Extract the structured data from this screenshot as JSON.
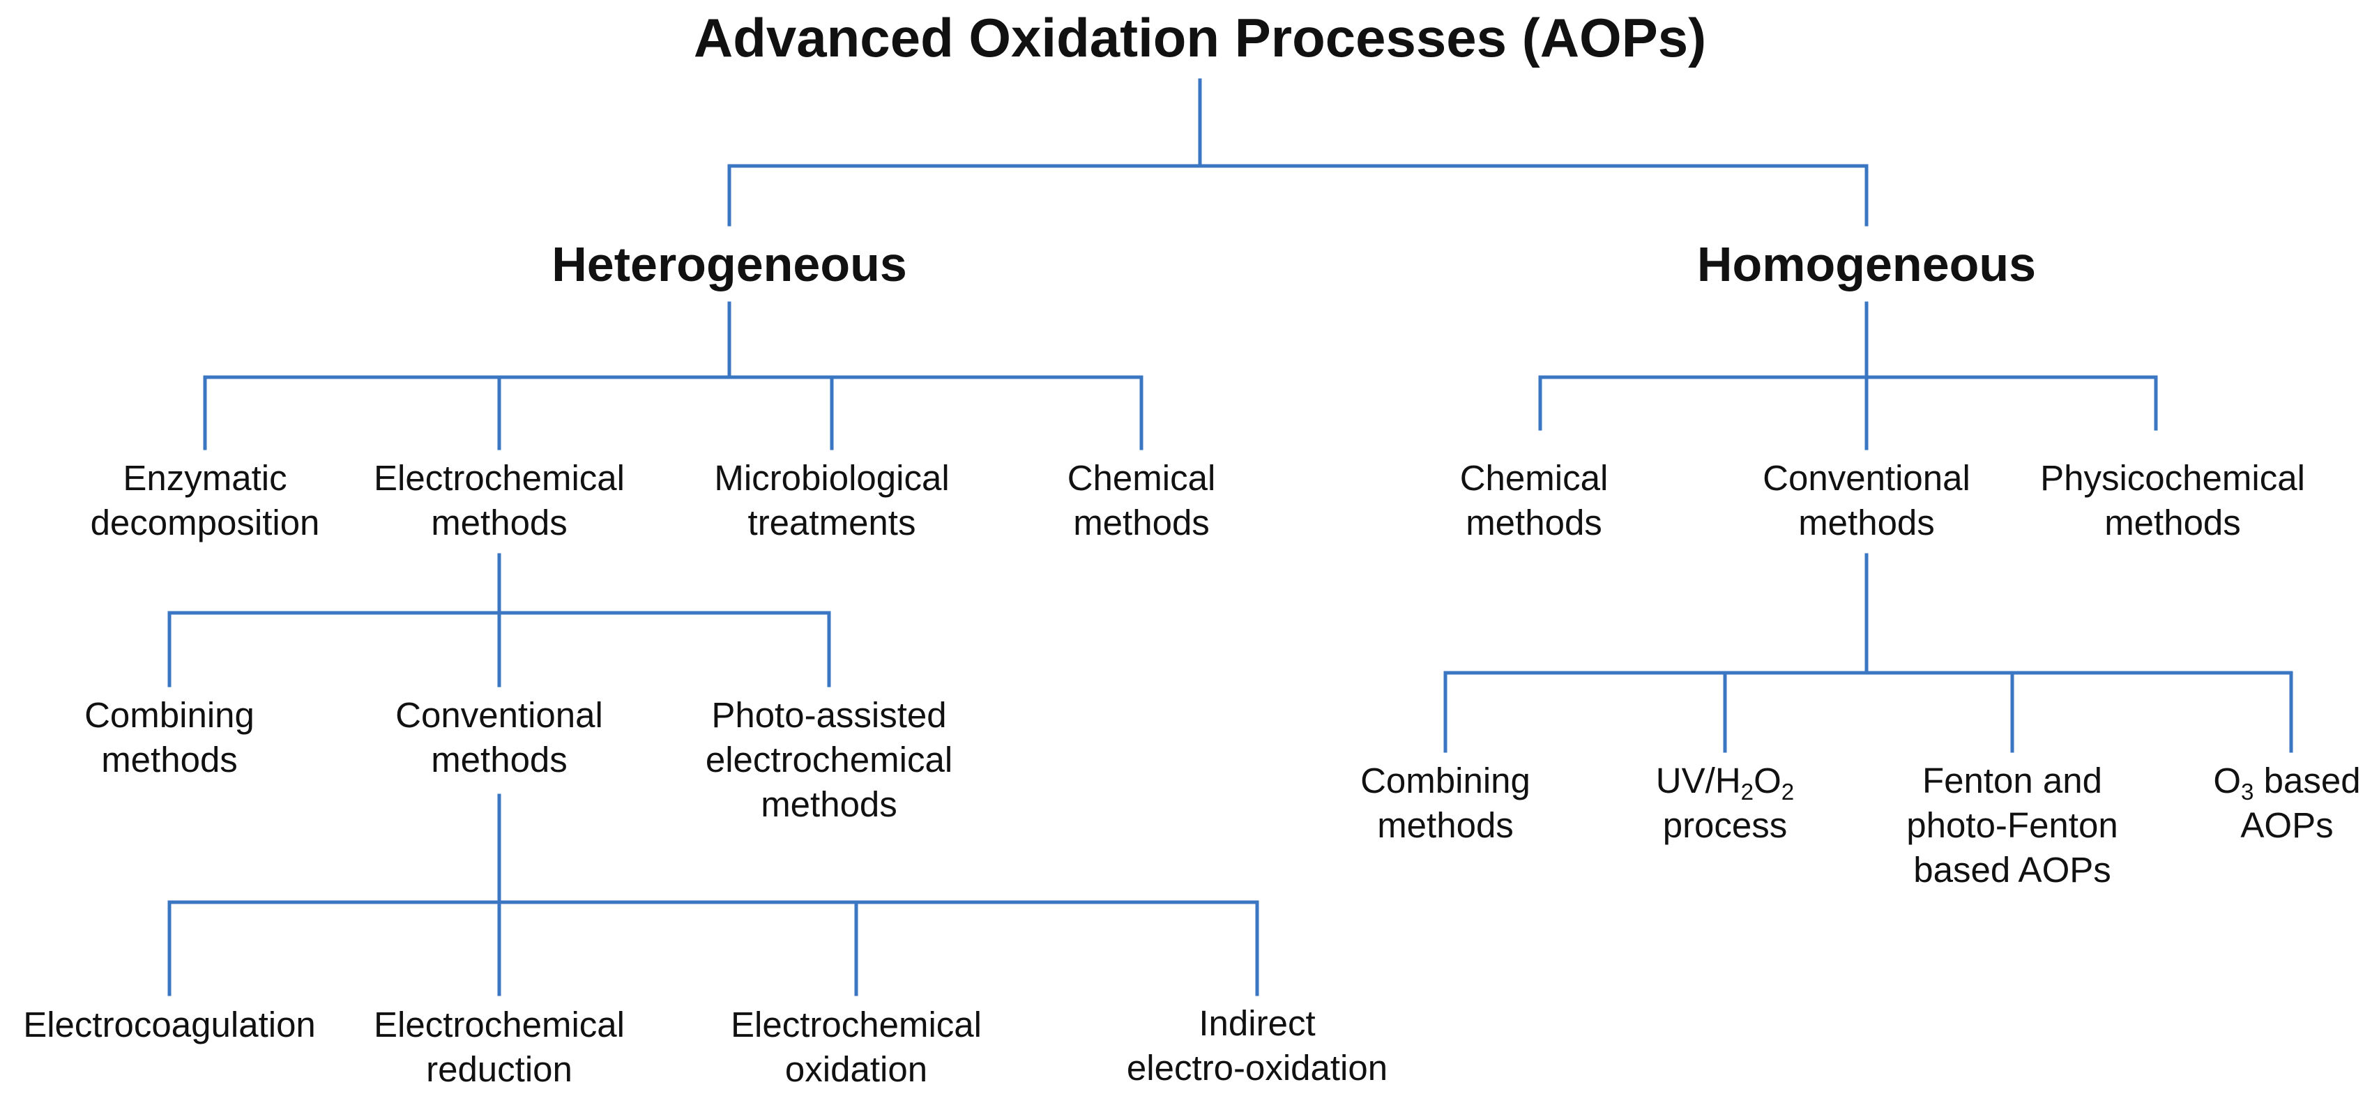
{
  "diagram": {
    "title": "Advanced Oxidation Processes (AOPs)",
    "line_color": "#3a76c2",
    "text_color": "#111111",
    "branches": {
      "heterogeneous": {
        "label": "Heterogeneous",
        "children": {
          "enzymatic": [
            "Enzymatic",
            "decomposition"
          ],
          "electrochemical": [
            "Electrochemical",
            "methods"
          ],
          "microbiological": [
            "Microbiological",
            "treatments"
          ],
          "chemical": [
            "Chemical",
            "methods"
          ]
        },
        "electrochemical_children": {
          "combining": [
            "Combining",
            "methods"
          ],
          "conventional": [
            "Conventional",
            "methods"
          ],
          "photo_assisted": [
            "Photo-assisted",
            "electrochemical",
            "methods"
          ]
        },
        "conventional_children": {
          "electrocoagulation": [
            "Electrocoagulation"
          ],
          "reduction": [
            "Electrochemical",
            "reduction"
          ],
          "oxidation": [
            "Electrochemical",
            "oxidation"
          ],
          "indirect": [
            "Indirect",
            "electro-oxidation"
          ]
        }
      },
      "homogeneous": {
        "label": "Homogeneous",
        "children": {
          "chemical": [
            "Chemical",
            "methods"
          ],
          "conventional": [
            "Conventional",
            "methods"
          ],
          "physicochemical": [
            "Physicochemical",
            "methods"
          ]
        },
        "conventional_children": {
          "combining": [
            "Combining",
            "methods"
          ],
          "uv_h2o2": {
            "uv": "UV/H",
            "h_sub": "2",
            "o": "O",
            "o_sub": "2",
            "line2": "process"
          },
          "fenton": [
            "Fenton and",
            "photo-Fenton",
            "based AOPs"
          ],
          "o3": {
            "o": "O",
            "sub": "3",
            "rest": " based",
            "line2": "AOPs"
          }
        }
      }
    }
  }
}
